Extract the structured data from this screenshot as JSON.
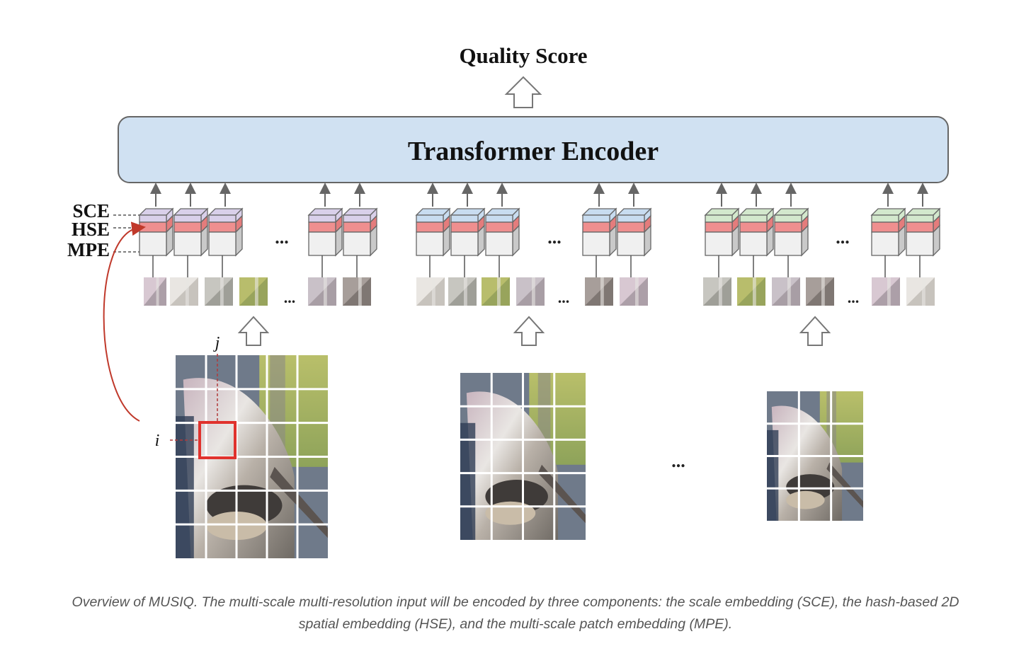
{
  "title": "Quality Score",
  "encoder_label": "Transformer Encoder",
  "embedding_labels": {
    "sce": "SCE",
    "hse": "HSE",
    "mpe": "MPE"
  },
  "index_labels": {
    "i": "i",
    "j": "j"
  },
  "ellipsis": "...",
  "token_groups": [
    {
      "scale": "full",
      "color": "#d9d0ea"
    },
    {
      "scale": "medium",
      "color": "#c8dcf0"
    },
    {
      "scale": "small",
      "color": "#d3e8cd"
    }
  ],
  "hse_color": "#ef8f8f",
  "encoder_color": "#d0e1f2",
  "highlight_color": "#e0322d",
  "images": [
    {
      "scale": "full",
      "rows": 6,
      "cols": 5
    },
    {
      "scale": "medium",
      "rows": 5,
      "cols": 4
    },
    {
      "scale": "small",
      "rows": 4,
      "cols": 3
    }
  ],
  "caption": "Overview of MUSIQ. The multi-scale multi-resolution input will be encoded by three components: the scale embedding (SCE), the hash-based 2D spatial embedding (HSE), and the multi-scale patch embedding (MPE)."
}
